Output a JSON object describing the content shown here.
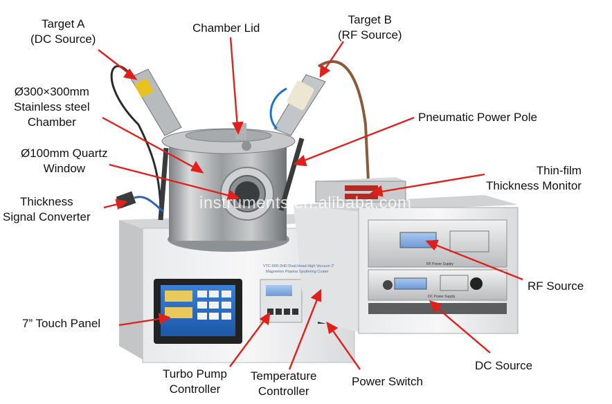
{
  "labels": {
    "target_a": [
      "Target A",
      "(DC Source)"
    ],
    "chamber_lid": "Chamber Lid",
    "target_b": [
      "Target B",
      "(RF Source)"
    ],
    "chamber": [
      "Ø300×300mm",
      "Stainless steel",
      "Chamber"
    ],
    "pneumatic_pole": "Pneumatic Power Pole",
    "quartz_window": [
      "Ø100mm Quartz",
      "Window"
    ],
    "thickness_monitor": [
      "Thin-film",
      "Thickness Monitor"
    ],
    "signal_converter": [
      "Thickness",
      "Signal Converter"
    ],
    "rf_source": "RF Source",
    "touch_panel": "7” Touch Panel",
    "dc_source": "DC Source",
    "turbo_controller": [
      "Turbo Pump",
      "Controller"
    ],
    "temp_controller": [
      "Temperature",
      "Controller"
    ],
    "power_switch": "Power Switch"
  },
  "watermark": "instruments.en.alibaba.com",
  "machine_text": {
    "model_line1": "VTC-600-2HD Dual-Head High Vacuum 2\"",
    "model_line2": "Magnetron Plasma Sputtering Coater",
    "rf_panel": "RF Power Supply",
    "dc_panel": "DC Power Supply"
  },
  "colors": {
    "arrow": "#e0201b",
    "text": "#111111"
  }
}
